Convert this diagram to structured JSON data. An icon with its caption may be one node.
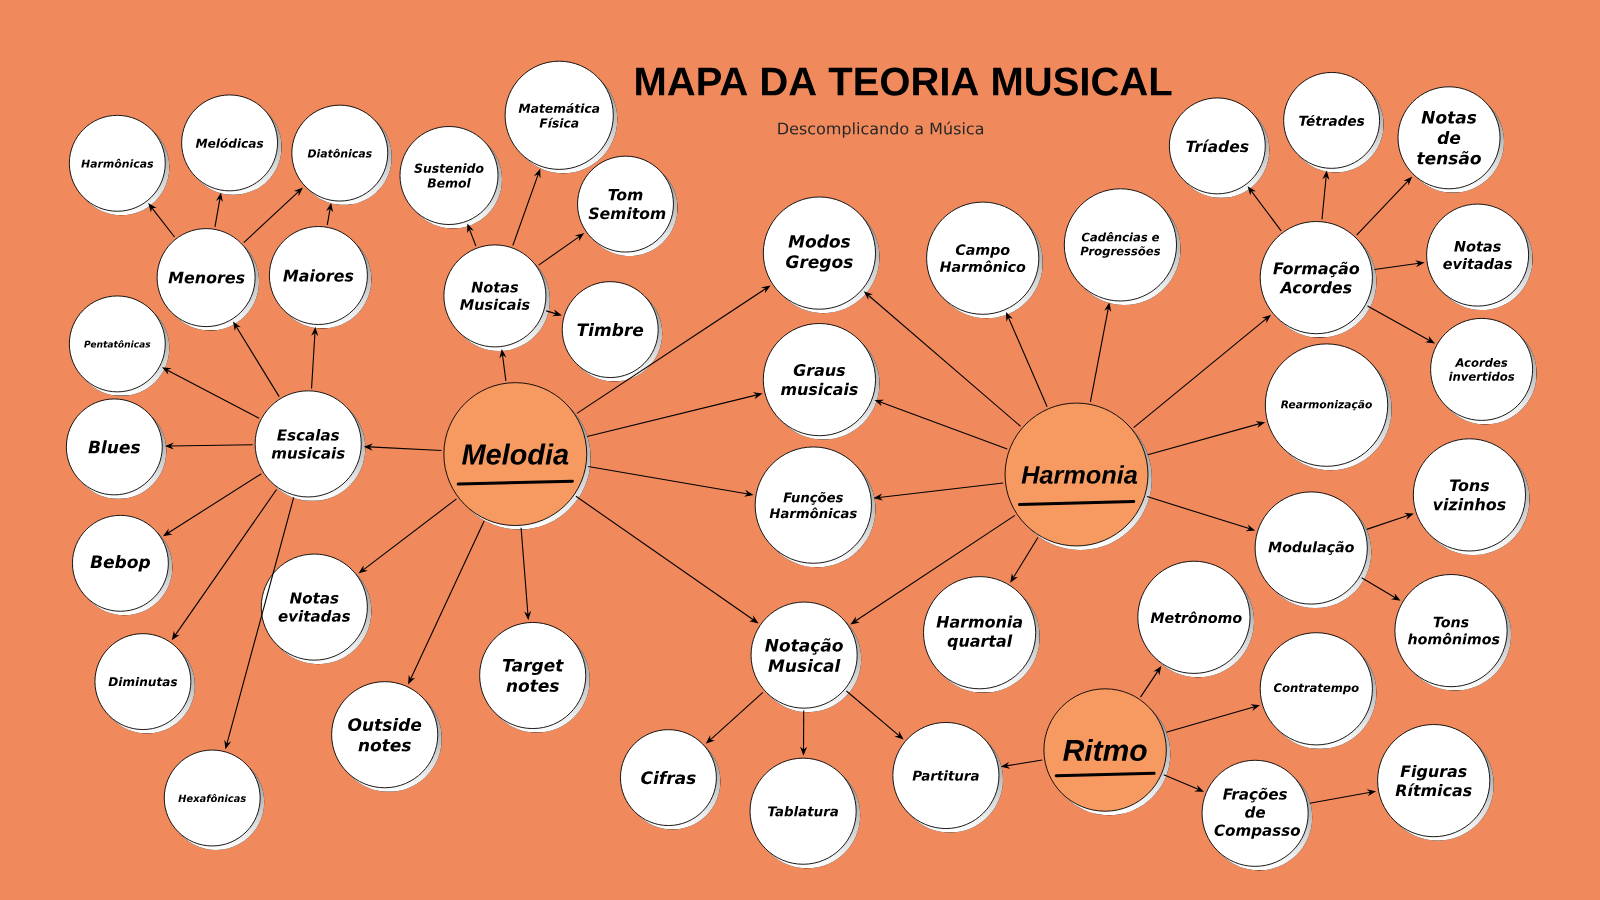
{
  "diagram": {
    "title": "MAPA DA TEORIA MUSICAL",
    "nodes": [
      {
        "text": [
          "Melodia"
        ]
      },
      {
        "text": [
          "Harmonia"
        ]
      },
      {
        "text": [
          "Ritmo"
        ]
      },
      {
        "text": [
          "Escalas musicais"
        ]
      },
      {
        "text": [
          "Menores"
        ]
      },
      {
        "text": [
          "Maiores"
        ]
      },
      {
        "text": [
          "Harmônicas"
        ]
      },
      {
        "text": [
          "Melódicas"
        ]
      },
      {
        "text": [
          "Diatônicas"
        ]
      },
      {
        "text": [
          "Pentatônicas"
        ]
      },
      {
        "text": [
          "Blues"
        ]
      },
      {
        "text": [
          "Bebop"
        ]
      },
      {
        "text": [
          "Diminutas"
        ]
      },
      {
        "text": [
          "Hexafônicas"
        ]
      },
      {
        "text": [
          "Notas Musicais"
        ]
      },
      {
        "text": [
          "Sustenido Bemol"
        ]
      },
      {
        "text": [
          "Matemática Física"
        ]
      },
      {
        "text": [
          "Tom Semitom"
        ]
      },
      {
        "text": [
          "Timbre"
        ]
      },
      {
        "text": [
          "Notas evitadas"
        ]
      },
      {
        "text": [
          "Outside notes"
        ]
      },
      {
        "text": [
          "Target notes"
        ]
      },
      {
        "text": [
          "Modos Gregos"
        ]
      },
      {
        "text": [
          "Graus musicais"
        ]
      },
      {
        "text": [
          "Funções Harmônicas"
        ]
      },
      {
        "text": [
          "Notação Musical"
        ]
      },
      {
        "text": [
          "Cifras"
        ]
      },
      {
        "text": [
          "Tablatura"
        ]
      },
      {
        "text": [
          "Partitura"
        ]
      },
      {
        "text": [
          "Campo Harmônico"
        ]
      },
      {
        "text": [
          "Cadências e Progressões"
        ]
      },
      {
        "text": [
          "Harmonia quartal"
        ]
      },
      {
        "text": [
          "Formação Acordes"
        ]
      },
      {
        "text": [
          "Tríades"
        ]
      },
      {
        "text": [
          "Tétrades"
        ]
      },
      {
        "text": [
          "Notas de tensão"
        ]
      },
      {
        "text": [
          "Notas evitadas"
        ]
      },
      {
        "text": [
          "Acordes invertidos"
        ]
      },
      {
        "text": [
          "Rearmonização"
        ]
      },
      {
        "text": [
          "Modulação"
        ]
      },
      {
        "text": [
          "Tons vizinhos"
        ]
      },
      {
        "text": [
          "Tons homônimos"
        ]
      },
      {
        "text": [
          "Metrônomo"
        ]
      },
      {
        "text": [
          "Contratempo"
        ]
      },
      {
        "text": [
          "Frações de Compasso"
        ]
      },
      {
        "text": [
          "Figuras Rítmicas"
        ]
      }
    ],
    "edges": [
      {
        "from": 0,
        "to": 3,
        "arrow": "to"
      },
      {
        "from": 3,
        "to": 4,
        "arrow": "to"
      },
      {
        "from": 3,
        "to": 5,
        "arrow": "to"
      },
      {
        "from": 4,
        "to": 6,
        "arrow": "to"
      },
      {
        "from": 4,
        "to": 7,
        "arrow": "to"
      },
      {
        "from": 4,
        "to": 8,
        "arrow": "to"
      },
      {
        "from": 5,
        "to": 8,
        "arrow": "to"
      },
      {
        "from": 3,
        "to": 9,
        "arrow": "to"
      },
      {
        "from": 3,
        "to": 10,
        "arrow": "to"
      },
      {
        "from": 3,
        "to": 11,
        "arrow": "to"
      },
      {
        "from": 3,
        "to": 12,
        "arrow": "to"
      },
      {
        "from": 3,
        "to": 13,
        "arrow": "to"
      },
      {
        "from": 0,
        "to": 14,
        "arrow": "to"
      },
      {
        "from": 14,
        "to": 15,
        "arrow": "to"
      },
      {
        "from": 14,
        "to": 16,
        "arrow": "to"
      },
      {
        "from": 14,
        "to": 17,
        "arrow": "to"
      },
      {
        "from": 14,
        "to": 18,
        "arrow": "to"
      },
      {
        "from": 0,
        "to": 19,
        "arrow": "to"
      },
      {
        "from": 0,
        "to": 20,
        "arrow": "to"
      },
      {
        "from": 0,
        "to": 21,
        "arrow": "to"
      },
      {
        "from": 0,
        "to": 25,
        "arrow": "to"
      },
      {
        "from": 0,
        "to": 24,
        "arrow": "to"
      },
      {
        "from": 0,
        "to": 23,
        "arrow": "to"
      },
      {
        "from": 0,
        "to": 22,
        "arrow": "to"
      },
      {
        "from": 1,
        "to": 22,
        "arrow": "to"
      },
      {
        "from": 1,
        "to": 23,
        "arrow": "to"
      },
      {
        "from": 1,
        "to": 24,
        "arrow": "to"
      },
      {
        "from": 1,
        "to": 25,
        "arrow": "to"
      },
      {
        "from": 1,
        "to": 31,
        "arrow": "to"
      },
      {
        "from": 1,
        "to": 29,
        "arrow": "to"
      },
      {
        "from": 1,
        "to": 30,
        "arrow": "to"
      },
      {
        "from": 1,
        "to": 32,
        "arrow": "to"
      },
      {
        "from": 1,
        "to": 38,
        "arrow": "to"
      },
      {
        "from": 1,
        "to": 39,
        "arrow": "to"
      },
      {
        "from": 32,
        "to": 33,
        "arrow": "to"
      },
      {
        "from": 32,
        "to": 34,
        "arrow": "to"
      },
      {
        "from": 32,
        "to": 35,
        "arrow": "to"
      },
      {
        "from": 32,
        "to": 36,
        "arrow": "to"
      },
      {
        "from": 32,
        "to": 37,
        "arrow": "to"
      },
      {
        "from": 39,
        "to": 40,
        "arrow": "to"
      },
      {
        "from": 39,
        "to": 41,
        "arrow": "to"
      },
      {
        "from": 25,
        "to": 26,
        "arrow": "to"
      },
      {
        "from": 25,
        "to": 27,
        "arrow": "to"
      },
      {
        "from": 25,
        "to": 28,
        "arrow": "to"
      },
      {
        "from": 2,
        "to": 28,
        "arrow": "to"
      },
      {
        "from": 2,
        "to": 42,
        "arrow": "to"
      },
      {
        "from": 2,
        "to": 43,
        "arrow": "to"
      },
      {
        "from": 2,
        "to": 44,
        "arrow": "to"
      },
      {
        "from": 44,
        "to": 45,
        "arrow": "to"
      }
    ],
    "labels": [
      "Descomplicando a Música"
    ]
  }
}
